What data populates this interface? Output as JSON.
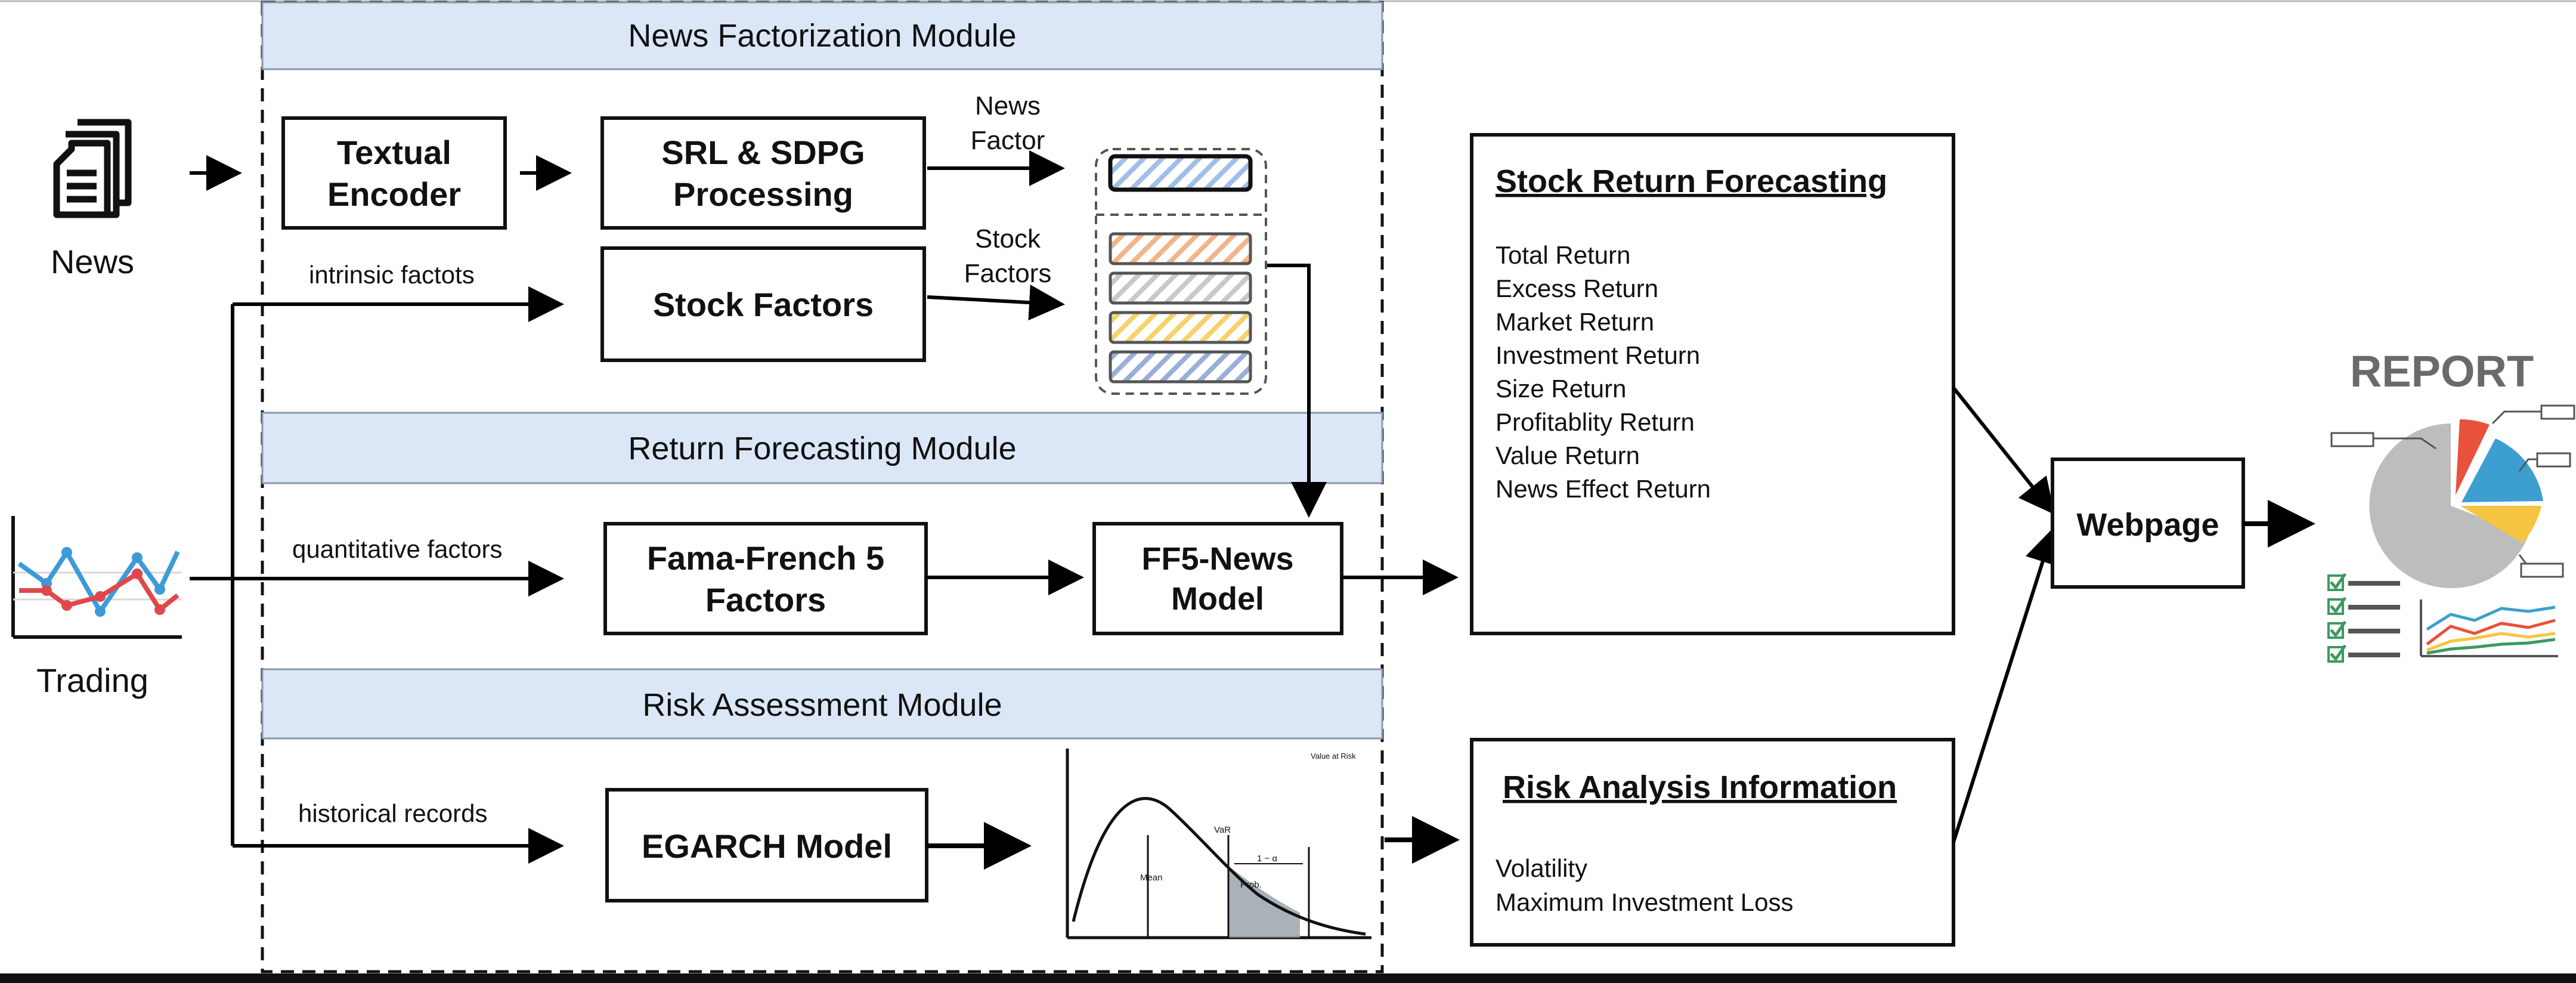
{
  "inputs": {
    "news_label": "News",
    "trading_label": "Trading"
  },
  "modules": {
    "news_factorization": {
      "title": "News Factorization Module",
      "textual_encoder": [
        "Textual",
        "Encoder"
      ],
      "srl_sdpg": [
        "SRL & SDPG",
        "Processing"
      ],
      "stock_factors_box": "Stock Factors",
      "news_factor_label": [
        "News",
        "Factor"
      ],
      "stock_factors_label": [
        "Stock",
        "Factors"
      ],
      "intrinsic_label": "intrinsic factots"
    },
    "return_forecasting": {
      "title": "Return Forecasting Module",
      "quantitative_label": "quantitative factors",
      "ff5_box": [
        "Fama-French 5",
        "Factors"
      ],
      "ff5_news_box": [
        "FF5-News",
        "Model"
      ]
    },
    "risk_assessment": {
      "title": "Risk Assessment Module",
      "historical_label": "historical records",
      "egarch_box": "EGARCH Model",
      "var_chart": {
        "title": "Value at Risk",
        "mean_label": "Mean",
        "var_label": "VaR",
        "interval_label": "1 − α",
        "prob_label": "Prob."
      }
    }
  },
  "outputs": {
    "stock_return": {
      "title": "Stock Return Forecasting",
      "items": [
        "Total Return",
        "Excess Return",
        "Market Return",
        "Investment Return",
        "Size Return",
        "Profitablity Return",
        "Value Return",
        "News Effect Return"
      ]
    },
    "risk_analysis": {
      "title": "Risk Analysis Information",
      "items": [
        "Volatility",
        "Maximum Investment Loss"
      ]
    },
    "webpage_label": "Webpage",
    "report_title": "REPORT"
  },
  "colors": {
    "module_header_fill": "#dbe7f7",
    "news_factor_stripe": "#9ebfe8",
    "stock_factor_stripes": [
      "#f2b48a",
      "#c9c9c9",
      "#f5d36a",
      "#9aaed8"
    ],
    "trading_blue": "#3d9ad9",
    "trading_red": "#e0474c",
    "pie_grey": "#bdbdbd",
    "pie_red": "#e8513a",
    "pie_blue": "#3d9fcf",
    "pie_yellow": "#f5c542",
    "check_green": "#3c9a5f",
    "var_tail_fill": "#9aa3ad"
  }
}
